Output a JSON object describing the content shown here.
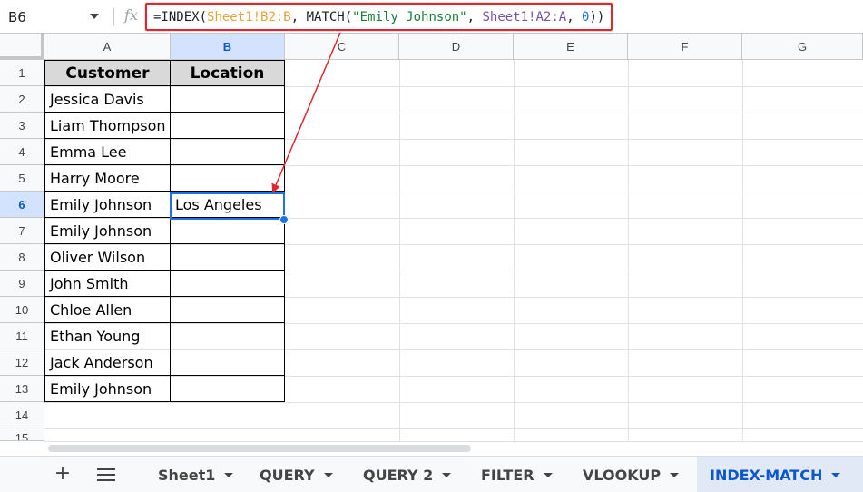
{
  "formula_bar": {
    "name_box": "B6",
    "fx_label": "fx",
    "formula": {
      "p1": "=INDEX(",
      "ref1": "Sheet1!B2:B",
      "p2": ", MATCH(",
      "str": "\"Emily Johnson\"",
      "p3": ", ",
      "ref2": "Sheet1!A2:A",
      "p4": ", ",
      "num": "0",
      "p5": "))"
    }
  },
  "columns": [
    "A",
    "B",
    "C",
    "D",
    "E",
    "F",
    "G"
  ],
  "rows": [
    "1",
    "2",
    "3",
    "4",
    "5",
    "6",
    "7",
    "8",
    "9",
    "10",
    "11",
    "12",
    "13",
    "14",
    "15"
  ],
  "table": {
    "headers": [
      "Customer",
      "Location"
    ],
    "customers": [
      "Jessica Davis",
      "Liam Thompson",
      "Emma Lee",
      "Harry Moore",
      "Emily Johnson",
      "Emily Johnson",
      "Oliver Wilson",
      "John Smith",
      "Chloe Allen",
      "Ethan Young",
      "Jack Anderson",
      "Emily Johnson"
    ],
    "location_result": "Los Angeles"
  },
  "tabs": {
    "add_label": "+",
    "items": [
      "Sheet1",
      "QUERY",
      "QUERY 2",
      "FILTER",
      "VLOOKUP",
      "INDEX-MATCH"
    ]
  },
  "colors": {
    "selection_blue": "#1a73e8",
    "annotation_red": "#e3262c",
    "header_fill": "#d9d9d9"
  }
}
